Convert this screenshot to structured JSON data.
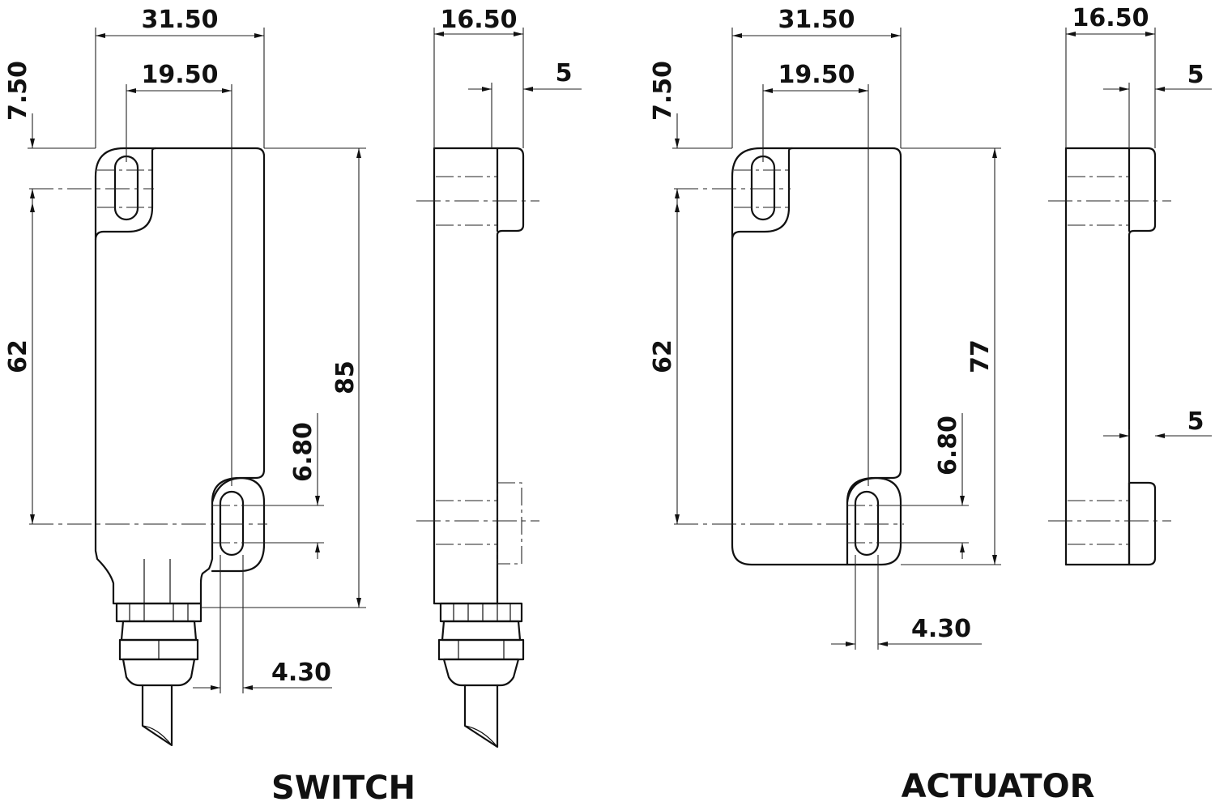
{
  "views": {
    "switch": {
      "title": "SWITCH",
      "width": "31.50",
      "hole_spacing": "19.50",
      "top_offset": "7.50",
      "hole_vertical_spacing": "62",
      "overall_length": "85",
      "slot_length": "6.80",
      "slot_width": "4.30",
      "depth": "16.50",
      "boss_depth": "5"
    },
    "actuator": {
      "title": "ACTUATOR",
      "width": "31.50",
      "hole_spacing": "19.50",
      "top_offset": "7.50",
      "hole_vertical_spacing": "62",
      "overall_length": "77",
      "slot_length": "6.80",
      "slot_width": "4.30",
      "depth": "16.50",
      "boss_depth_top": "5",
      "boss_depth_bottom": "5"
    }
  },
  "colors": {
    "line": "#111111",
    "background": "#ffffff"
  }
}
